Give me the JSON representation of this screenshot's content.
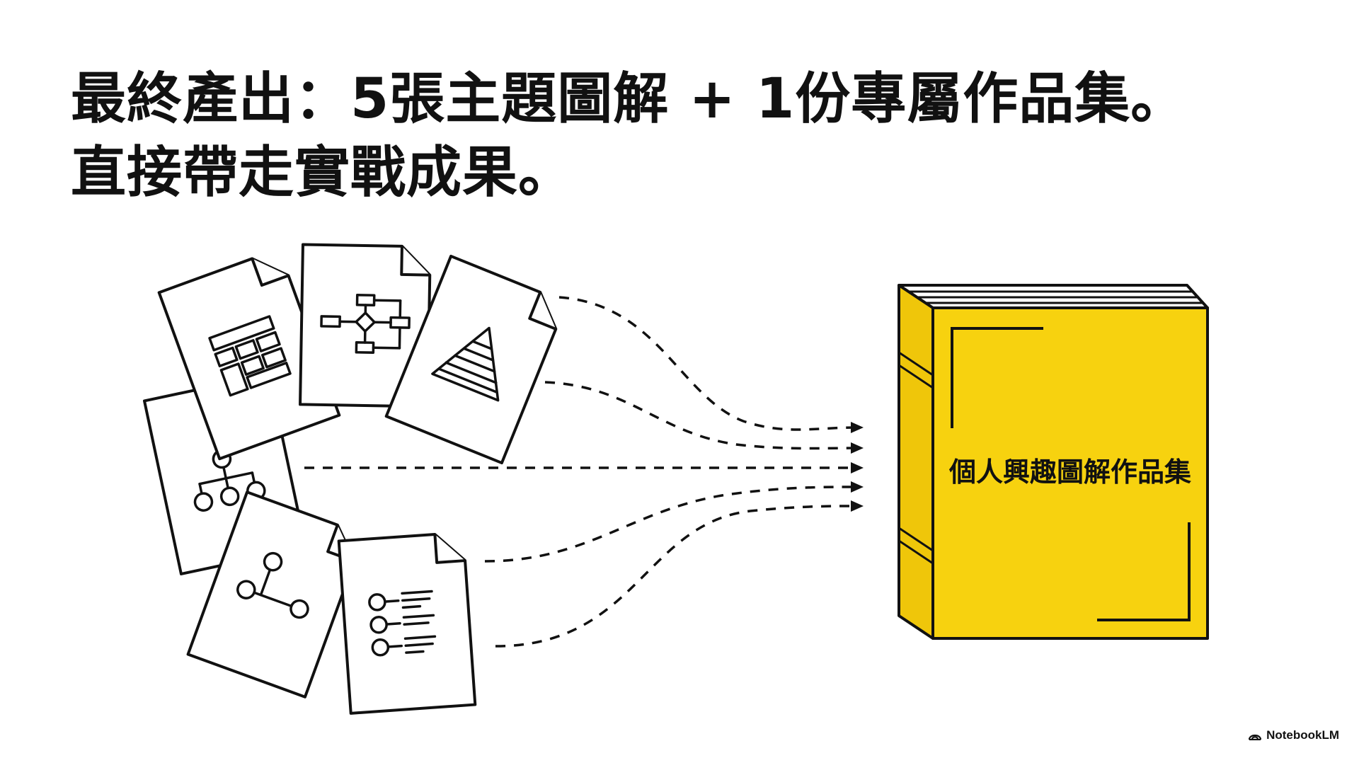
{
  "headline": {
    "line1": "最終產出：5張主題圖解 + 1份專屬作品集。",
    "line2": "直接帶走實戰成果。"
  },
  "book": {
    "title": "個人興趣圖解作品集",
    "cover_color": "#f7d20f"
  },
  "documents": [
    {
      "icon": "table-grid-icon"
    },
    {
      "icon": "flowchart-icon"
    },
    {
      "icon": "pyramid-icon"
    },
    {
      "icon": "hierarchy-icon"
    },
    {
      "icon": "node-graph-icon"
    },
    {
      "icon": "bullet-list-icon"
    }
  ],
  "brand": {
    "name": "NotebookLM",
    "icon": "notebooklm-logo-icon"
  }
}
